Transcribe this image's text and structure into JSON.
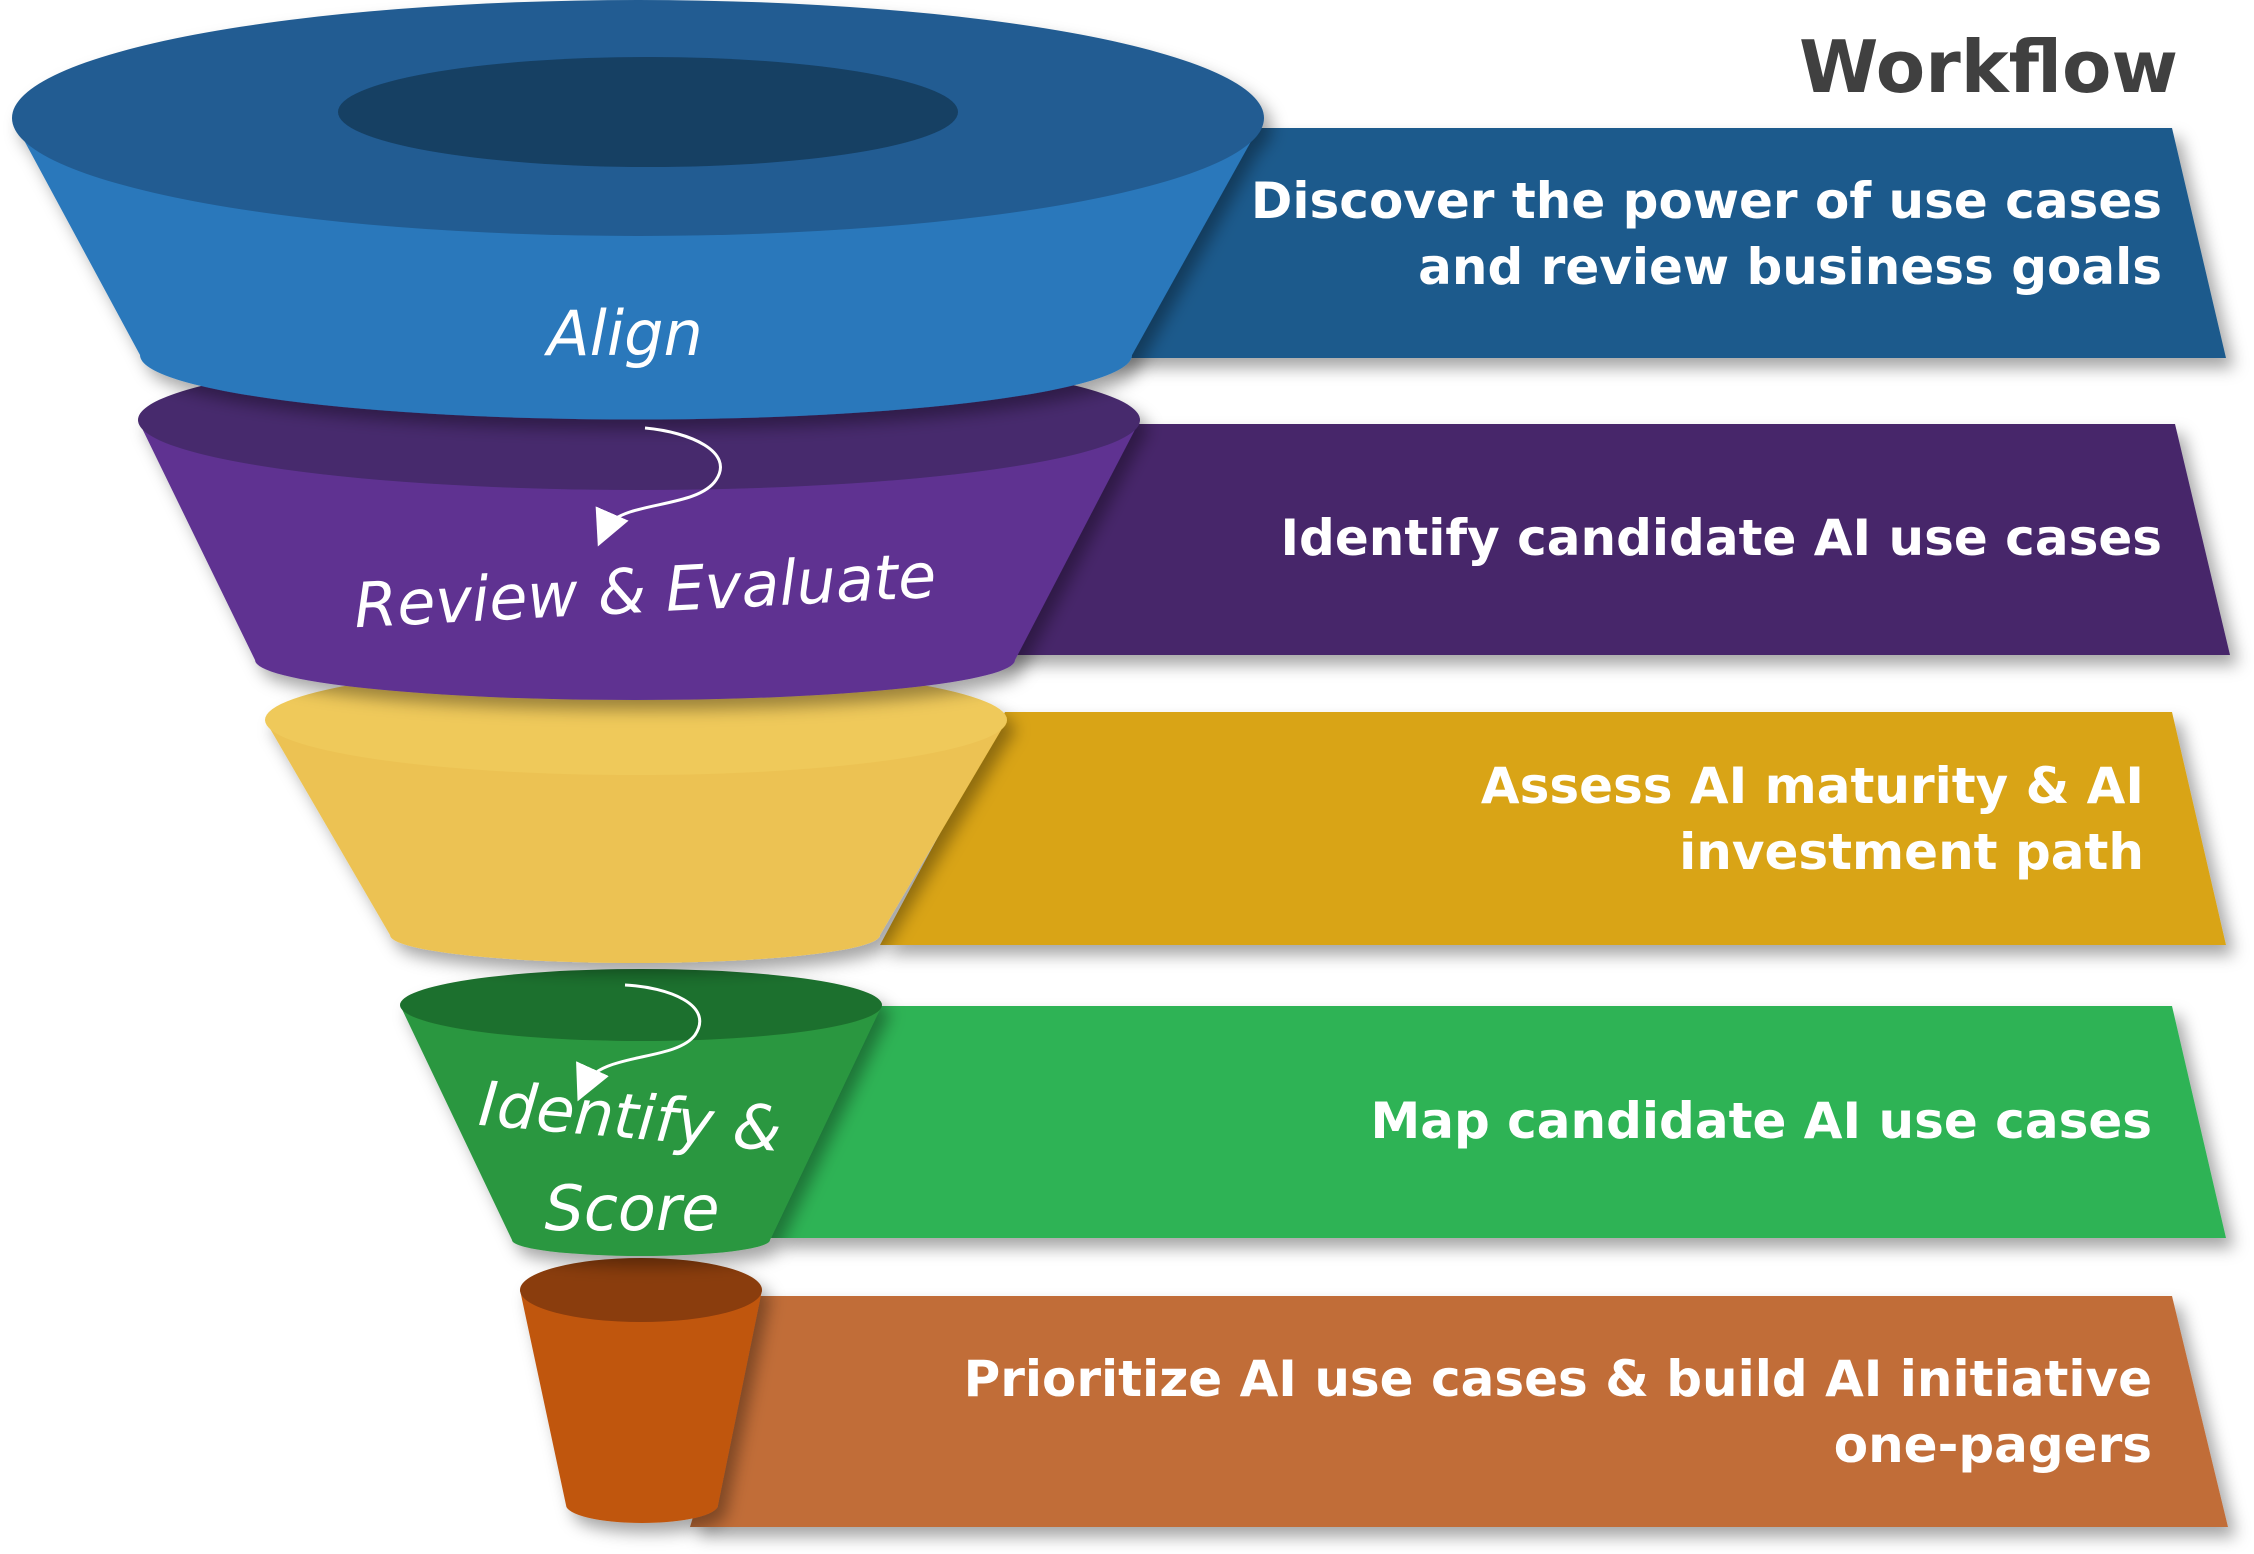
{
  "title": "Workflow",
  "stages": [
    {
      "label": "Align",
      "description_lines": [
        "Discover the power of use cases",
        "and review business goals"
      ],
      "band_color": "#1f5a8c",
      "funnel_side_color": "#2a78bb",
      "funnel_top_color": "#215c92",
      "funnel_inner_color": "#173f63"
    },
    {
      "label": "Review & Evaluate",
      "description_lines": [
        "Identify candidate AI use cases"
      ],
      "band_color": "#46266b",
      "funnel_side_color": "#5e3391",
      "funnel_top_color": "#472a6d"
    },
    {
      "label": "",
      "description_lines": [
        "Assess AI maturity & AI",
        "investment path"
      ],
      "band_color": "#d9a415",
      "funnel_side_color": "#ecc253",
      "funnel_top_color": "#efc95a"
    },
    {
      "label_lines": [
        "Identify &",
        "Score"
      ],
      "description_lines": [
        "Map candidate AI use cases"
      ],
      "band_color": "#2fb354",
      "funnel_side_color": "#2c973f",
      "funnel_top_color": "#1e6f2d"
    },
    {
      "label": "",
      "description_lines": [
        "Prioritize AI use cases & build AI initiative",
        "one-pagers"
      ],
      "band_color": "#c16d37",
      "funnel_side_color": "#c0560f",
      "funnel_top_color": "#8a3c09"
    }
  ]
}
